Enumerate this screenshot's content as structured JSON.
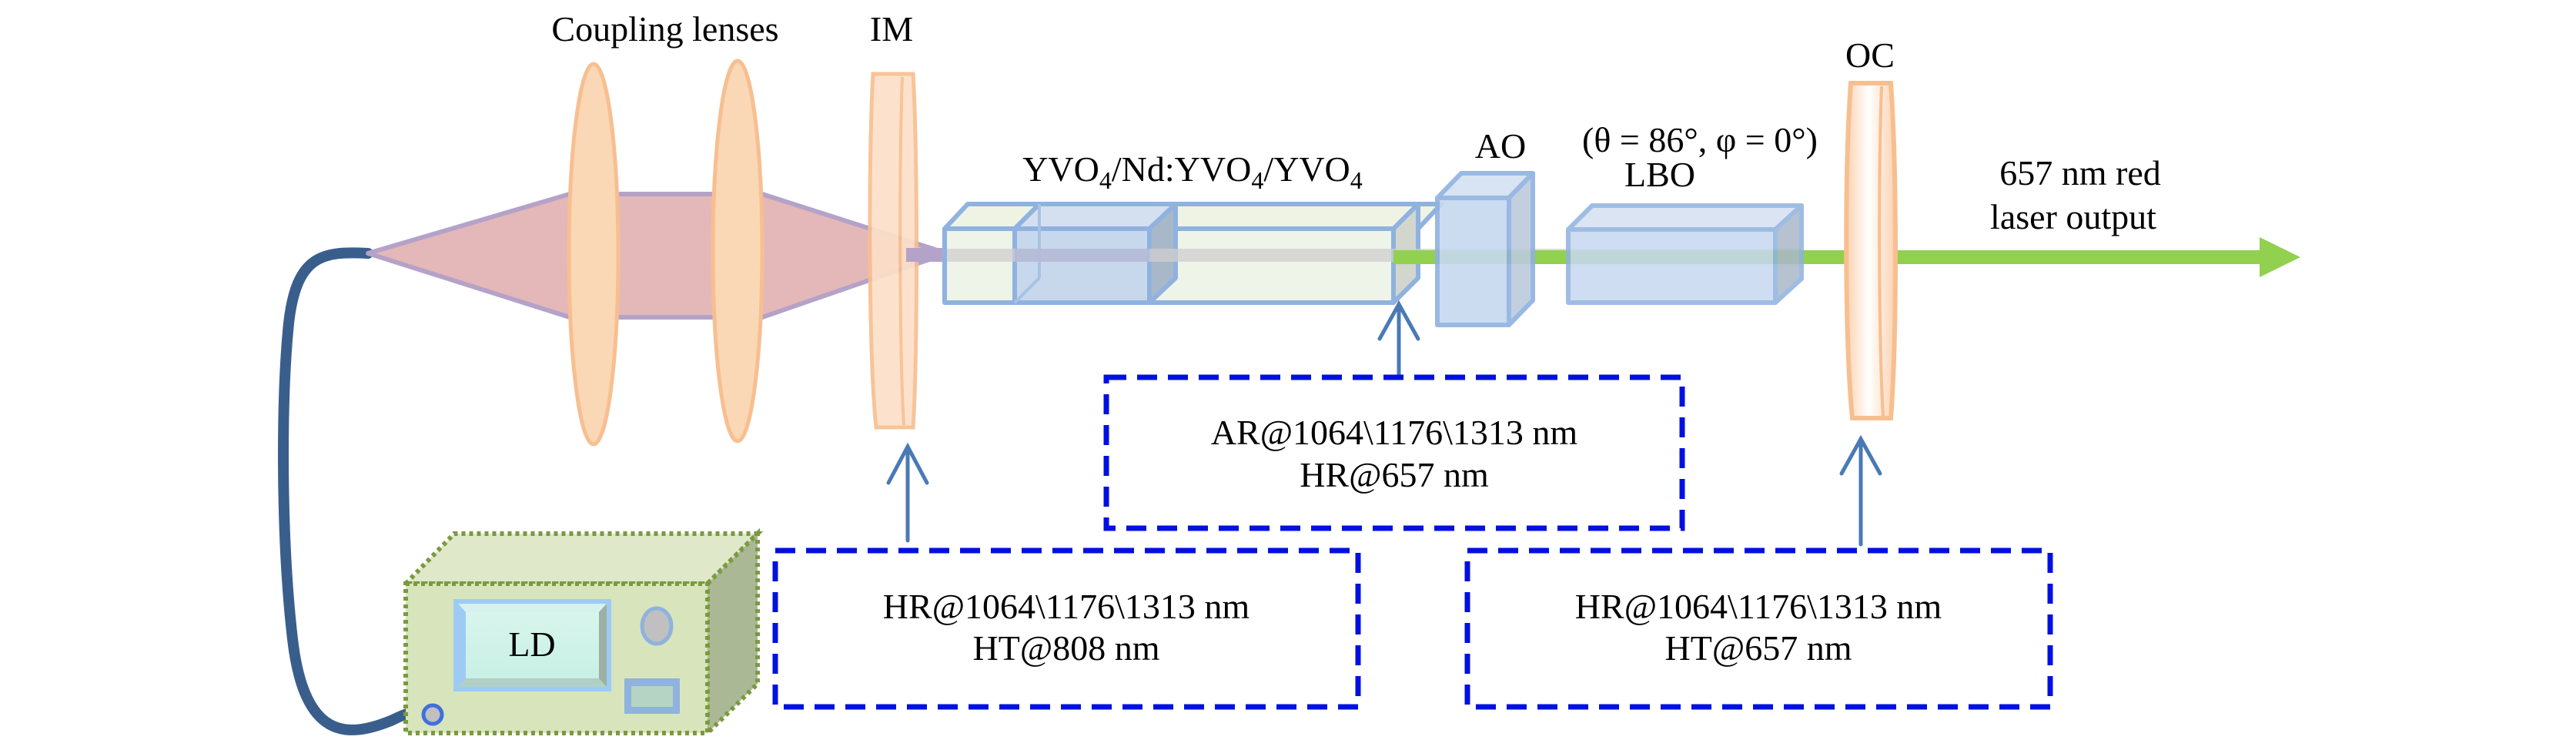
{
  "title": "Experimental setup of 657 nm red laser",
  "labels": {
    "coupling_lenses": "Coupling lenses",
    "im": "IM",
    "oc": "OC",
    "ao": "AO",
    "lbo": "LBO",
    "lbo_angles": "(θ = 86°, φ = 0°)",
    "crystal": {
      "p1": "YVO",
      "s1": "4",
      "p2": "/Nd:YVO",
      "s2": "4",
      "p3": "/YVO",
      "s3": "4"
    },
    "output_line1": "657 nm red",
    "output_line2": "laser output",
    "ld": "LD"
  },
  "annotation_boxes": {
    "im_coating": {
      "line1": "HR@1064\\1176\\1313 nm",
      "line2": "HT@808 nm"
    },
    "crystal_coating": {
      "line1": "AR@1064\\1176\\1313 nm",
      "line2": "HR@657 nm"
    },
    "oc_coating": {
      "line1": "HR@1064\\1176\\1313 nm",
      "line2": "HT@657 nm"
    }
  },
  "colors": {
    "fiber": "#3a5e8c",
    "pump_beam_fill": "#e4b8b8",
    "pump_beam_edge": "#b4a2c8",
    "lens": "#fad7b5",
    "crystal_yvo4": "#eff4e8",
    "crystal_nd": "#c8d8ec",
    "output_beam": "#92d050",
    "annotation_border": "#0010e0",
    "pointer_arrow": "#4a7ab5",
    "ld_body": "#d8e4bc"
  }
}
